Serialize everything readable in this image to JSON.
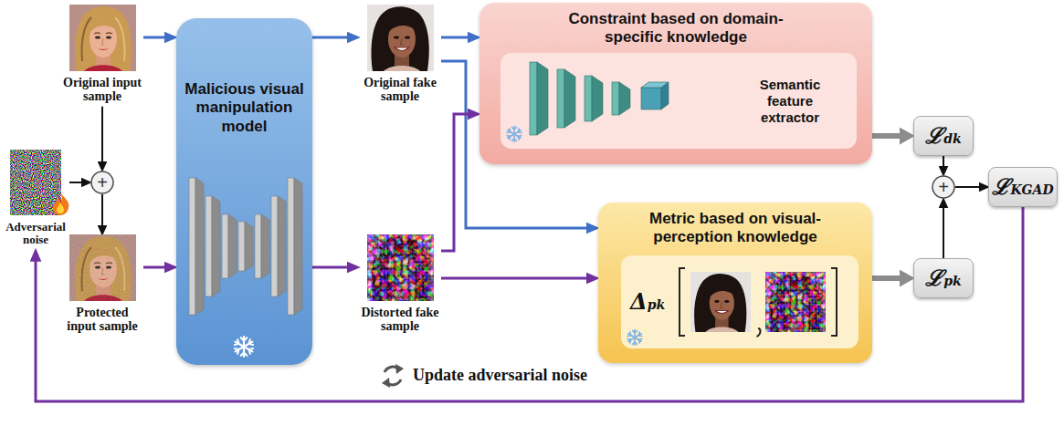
{
  "diagram": {
    "nodes": [
      {
        "text": [
          "Original input sample"
        ]
      },
      {
        "text": [
          "Adversarial noise"
        ]
      },
      {
        "text": [
          "+"
        ]
      },
      {
        "text": [
          "Protected input sample"
        ]
      },
      {
        "text": [
          "Malicious visual manipulation model"
        ]
      },
      {
        "text": [
          "Original fake sample"
        ]
      },
      {
        "text": [
          "Distorted fake sample"
        ]
      },
      {
        "text": [
          "Constraint based on domain-specific knowledge"
        ]
      },
      {
        "text": [
          "Semantic feature extractor"
        ],
        "in": 7
      },
      {
        "text": [
          "Metric based on visual-perception knowledge"
        ]
      },
      {
        "text": [
          "Δpk"
        ],
        "in": 9
      },
      {
        "text": [
          "ℒdk"
        ]
      },
      {
        "text": [
          "ℒpk"
        ]
      },
      {
        "text": [
          "+"
        ]
      },
      {
        "text": [
          "ℒKGAD"
        ]
      }
    ],
    "edges": [
      {
        "from": 0,
        "to": 2,
        "arrow": "to"
      },
      {
        "from": 1,
        "to": 2,
        "arrow": "to"
      },
      {
        "from": 2,
        "to": 3,
        "arrow": "to"
      },
      {
        "from": 0,
        "to": 4,
        "arrow": "to"
      },
      {
        "from": 3,
        "to": 4,
        "arrow": "to"
      },
      {
        "from": 4,
        "to": 5,
        "arrow": "to"
      },
      {
        "from": 4,
        "to": 6,
        "arrow": "to"
      },
      {
        "from": 5,
        "to": 7,
        "arrow": "to"
      },
      {
        "from": 5,
        "to": 9,
        "arrow": "to"
      },
      {
        "from": 6,
        "to": 7,
        "arrow": "to"
      },
      {
        "from": 6,
        "to": 9,
        "arrow": "to"
      },
      {
        "from": 7,
        "to": 11,
        "arrow": "to"
      },
      {
        "from": 9,
        "to": 12,
        "arrow": "to"
      },
      {
        "from": 11,
        "to": 13,
        "arrow": "to"
      },
      {
        "from": 12,
        "to": 13,
        "arrow": "to"
      },
      {
        "from": 13,
        "to": 14,
        "arrow": "to"
      },
      {
        "from": 14,
        "to": 1,
        "arrow": "to"
      }
    ],
    "labels": [
      "Update adversarial noise"
    ]
  }
}
